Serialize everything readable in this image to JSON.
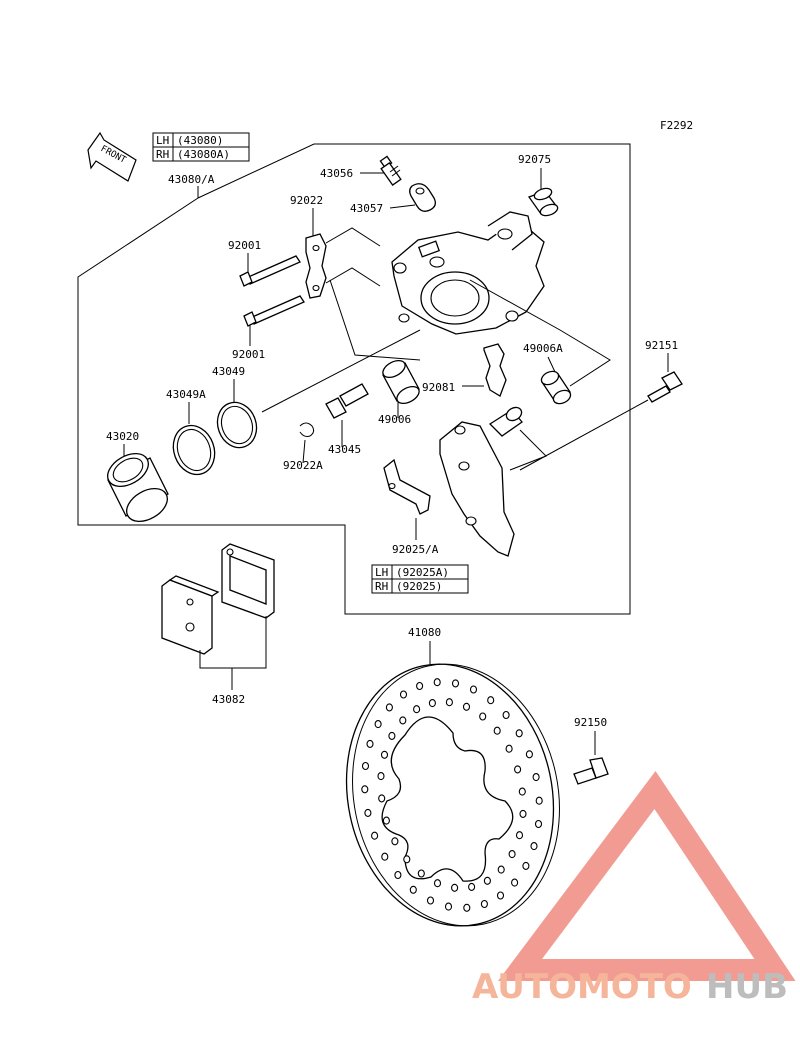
{
  "figure_id": "F2292",
  "front_label": "FRONT",
  "tables": {
    "caliper": {
      "rows": [
        {
          "side": "LH",
          "part": "(43080)"
        },
        {
          "side": "RH",
          "part": "(43080A)"
        }
      ]
    },
    "bracket": {
      "rows": [
        {
          "side": "LH",
          "part": "(92025A)"
        },
        {
          "side": "RH",
          "part": "(92025)"
        }
      ]
    }
  },
  "labels": {
    "caliper_assy": "43080/A",
    "bleeder": "43056",
    "bleeder_cap": "43057",
    "sleeve_92075": "92075",
    "spring_92022": "92022",
    "bolt_a": "92001",
    "bolt_b": "92001",
    "seal_43049": "43049",
    "seal_43049a": "43049A",
    "piston": "43020",
    "boot_49006a": "49006A",
    "bolt_92151": "92151",
    "spring_92081": "92081",
    "boot_49006": "49006",
    "pin_43045": "43045",
    "clip_92022a": "92022A",
    "pad_spring": "92025/A",
    "disc": "41080",
    "pads": "43082",
    "disc_bolt": "92150"
  },
  "watermark": {
    "left": "AUTOMOTO",
    "right": "HUB",
    "color_left": "#f5b59a",
    "color_right": "#bdbdbd",
    "logo_color": "#f08a80"
  }
}
